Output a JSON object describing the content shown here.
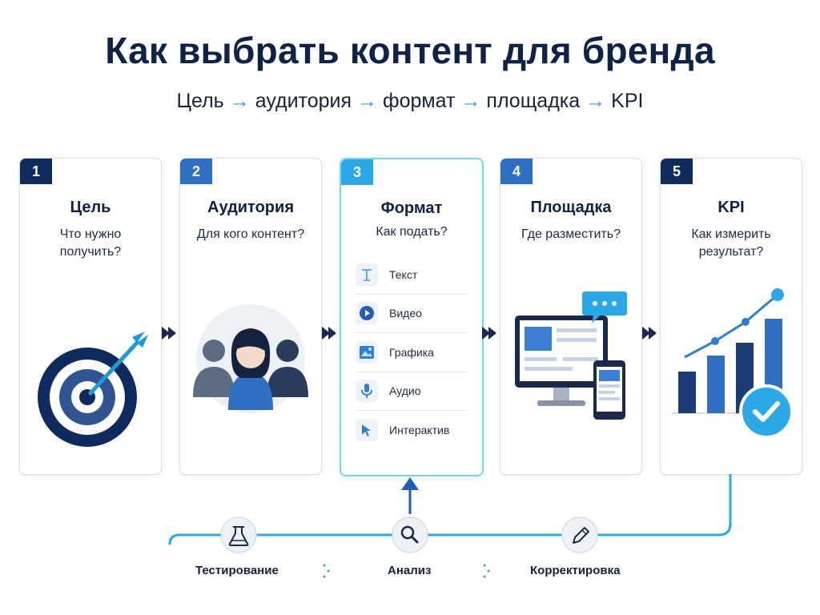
{
  "title": "Как выбрать контент для бренда",
  "subtitle": [
    "Цель",
    "аудитория",
    "формат",
    "площадка",
    "KPI"
  ],
  "cards": [
    {
      "num": "1",
      "title": "Цель",
      "question": "Что нужно получить?",
      "badge_color": "#0f2a5c"
    },
    {
      "num": "2",
      "title": "Аудитория",
      "question": "Для кого контент?",
      "badge_color": "#2f6fc4"
    },
    {
      "num": "3",
      "title": "Формат",
      "question": "Как подать?",
      "badge_color": "#2aa8e8"
    },
    {
      "num": "4",
      "title": "Площадка",
      "question": "Где разместить?",
      "badge_color": "#2f6fc4"
    },
    {
      "num": "5",
      "title": "KPI",
      "question": "Как измерить результат?",
      "badge_color": "#0f2a5c"
    }
  ],
  "formats": [
    {
      "label": "Текст",
      "icon": "text-icon"
    },
    {
      "label": "Видео",
      "icon": "video-icon"
    },
    {
      "label": "Графика",
      "icon": "image-icon"
    },
    {
      "label": "Аудио",
      "icon": "microphone-icon"
    },
    {
      "label": "Интерактив",
      "icon": "cursor-icon"
    }
  ],
  "loop": [
    {
      "label": "Тестирование",
      "icon": "flask-icon"
    },
    {
      "label": "Анализ",
      "icon": "search-icon"
    },
    {
      "label": "Корректировка",
      "icon": "pencil-icon"
    }
  ],
  "colors": {
    "navy": "#0f2a5c",
    "blue": "#2f6fc4",
    "sky": "#2aa8e8"
  }
}
